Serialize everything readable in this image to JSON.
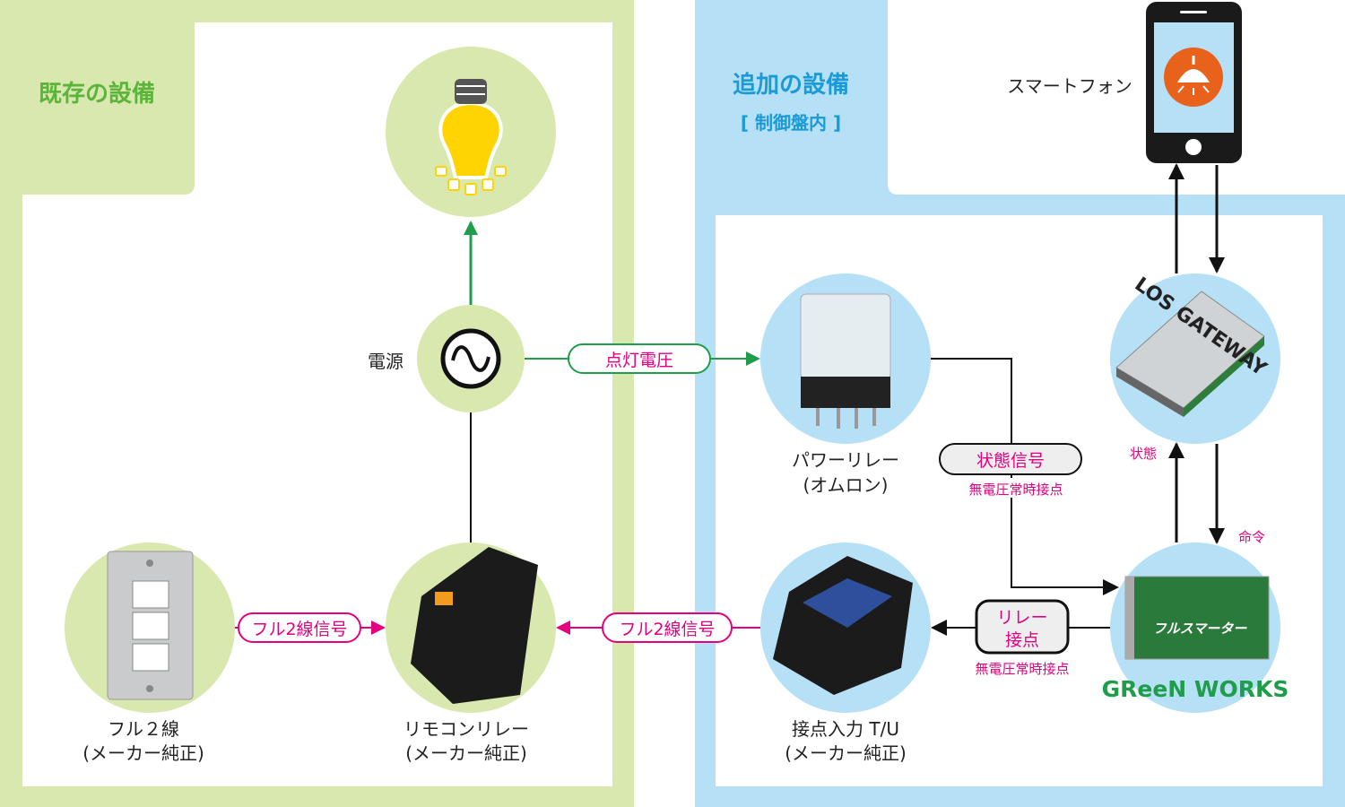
{
  "colors": {
    "green_bg": "#d9e8ae",
    "green_text": "#5bb53a",
    "blue_bg": "#b6e0f6",
    "blue_text": "#1a9ad6",
    "magenta": "#e4007f",
    "arrow_green": "#1f9d4a",
    "black": "#111111"
  },
  "existing": {
    "title": "既存の設備"
  },
  "added": {
    "title": "追加の設備",
    "subtitle": "[ 制御盤内 ]"
  },
  "nodes": {
    "bulb": {
      "icon": "light-bulb-icon"
    },
    "power": {
      "label": "電源",
      "icon": "ac-source-icon"
    },
    "switch": {
      "label1": "フル２線",
      "label2": "(メーカー純正)"
    },
    "remocon": {
      "label1": "リモコンリレー",
      "label2": "(メーカー純正)"
    },
    "relay": {
      "label1": "パワーリレー",
      "label2": "(オムロン)"
    },
    "contact_tu": {
      "label1": "接点入力 T/U",
      "label2": "(メーカー純正)"
    },
    "gateway": {
      "logo": "LOS GATEWAY"
    },
    "fullsmarter": {
      "logo": "フルスマーター",
      "brand": "GReeN WORKS"
    },
    "phone": {
      "label": "スマートフォン",
      "icon": "lamp-app-icon"
    }
  },
  "signals": {
    "lighting_voltage": "点灯電圧",
    "full2_left": "フル2線信号",
    "full2_right": "フル2線信号",
    "status_signal": "状態信号",
    "status_sub": "無電圧常時接点",
    "relay_contact1": "リレー",
    "relay_contact2": "接点",
    "relay_sub": "無電圧常時接点",
    "status": "状態",
    "command": "命令"
  }
}
